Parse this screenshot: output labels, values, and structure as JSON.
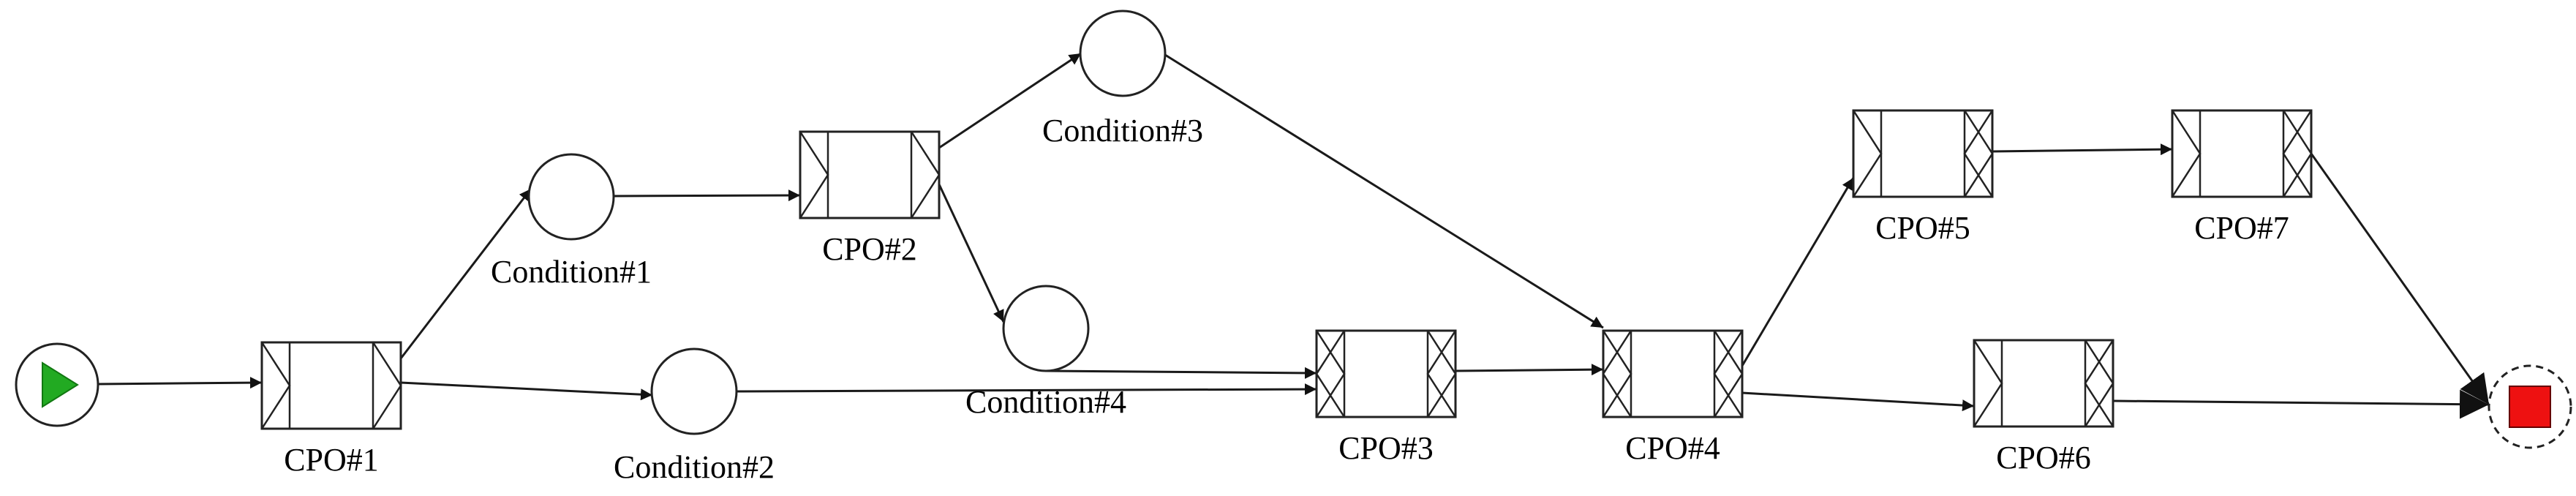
{
  "diagram": {
    "start": {
      "icon": "play-icon",
      "color": "#22aa22"
    },
    "end": {
      "icon": "stop-icon",
      "color": "#ee1111"
    },
    "tasks": [
      {
        "id": "cpo1",
        "label": "CPO#1"
      },
      {
        "id": "cpo2",
        "label": "CPO#2"
      },
      {
        "id": "cpo3",
        "label": "CPO#3"
      },
      {
        "id": "cpo4",
        "label": "CPO#4"
      },
      {
        "id": "cpo5",
        "label": "CPO#5"
      },
      {
        "id": "cpo6",
        "label": "CPO#6"
      },
      {
        "id": "cpo7",
        "label": "CPO#7"
      }
    ],
    "conditions": [
      {
        "id": "c1",
        "label": "Condition#1"
      },
      {
        "id": "c2",
        "label": "Condition#2"
      },
      {
        "id": "c3",
        "label": "Condition#3"
      },
      {
        "id": "c4",
        "label": "Condition#4"
      }
    ],
    "edges": [
      {
        "from": "start",
        "to": "cpo1"
      },
      {
        "from": "cpo1",
        "to": "c1"
      },
      {
        "from": "cpo1",
        "to": "c2"
      },
      {
        "from": "c1",
        "to": "cpo2"
      },
      {
        "from": "cpo2",
        "to": "c3"
      },
      {
        "from": "cpo2",
        "to": "c4"
      },
      {
        "from": "c2",
        "to": "cpo3"
      },
      {
        "from": "c4",
        "to": "cpo3"
      },
      {
        "from": "c3",
        "to": "cpo4"
      },
      {
        "from": "cpo3",
        "to": "cpo4"
      },
      {
        "from": "cpo4",
        "to": "cpo5"
      },
      {
        "from": "cpo4",
        "to": "cpo6"
      },
      {
        "from": "cpo5",
        "to": "cpo7"
      },
      {
        "from": "cpo7",
        "to": "end"
      },
      {
        "from": "cpo6",
        "to": "end"
      }
    ]
  }
}
